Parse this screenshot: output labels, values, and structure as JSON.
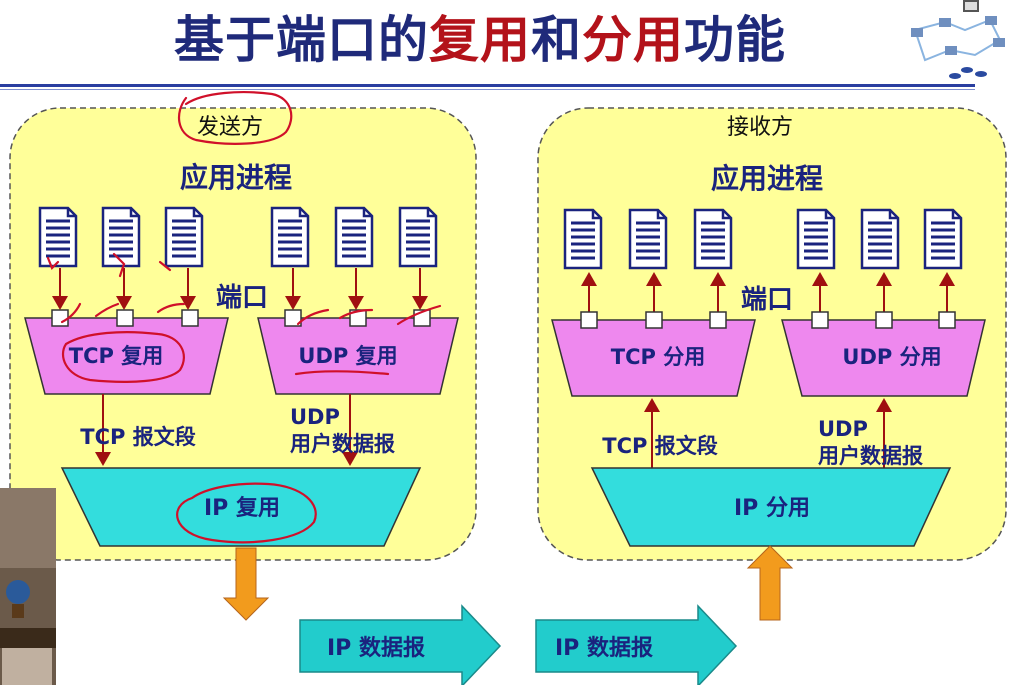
{
  "title": {
    "segments": [
      {
        "text": "基于端口的",
        "highlight": false
      },
      {
        "text": "复用",
        "highlight": true
      },
      {
        "text": "和",
        "highlight": false
      },
      {
        "text": "分用",
        "highlight": true
      },
      {
        "text": "功能",
        "highlight": false
      }
    ]
  },
  "colors": {
    "title": "#1f2a7a",
    "title_highlight": "#b3121a",
    "panel_fill": "#ffff99",
    "mux_fill": "#ee88ee",
    "ip_fill": "#33dddd",
    "arrow_red": "#a01010",
    "arrow_orange": "#f29b1d",
    "datagram_fill": "#22cccc",
    "annotation_red": "#d0102a"
  },
  "sender": {
    "label": "发送方",
    "app_label": "应用进程",
    "port_label": "端口",
    "tcp_mux": "TCP 复用",
    "udp_mux": "UDP 复用",
    "tcp_segment": "TCP 报文段",
    "udp_datagram_line1": "UDP",
    "udp_datagram_line2": "用户数据报",
    "ip_mux": "IP 复用"
  },
  "receiver": {
    "label": "接收方",
    "app_label": "应用进程",
    "port_label": "端口",
    "tcp_demux": "TCP 分用",
    "udp_demux": "UDP 分用",
    "tcp_segment": "TCP 报文段",
    "udp_datagram_line1": "UDP",
    "udp_datagram_line2": "用户数据报",
    "ip_demux": "IP 分用"
  },
  "datagrams": [
    "IP 数据报",
    "IP 数据报"
  ]
}
